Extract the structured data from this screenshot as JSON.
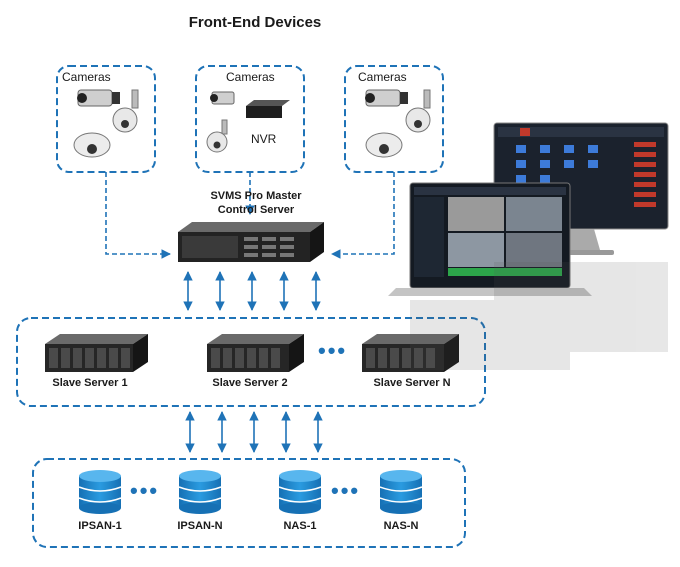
{
  "title": "Front-End Devices",
  "groups": [
    {
      "label": "Cameras"
    },
    {
      "label": "Cameras",
      "nvr": "NVR"
    },
    {
      "label": "Cameras"
    }
  ],
  "master": {
    "line1": "SVMS Pro Master",
    "line2": "Control Server"
  },
  "slaves": [
    "Slave Server 1",
    "Slave Server 2",
    "Slave Server N"
  ],
  "storage": [
    "IPSAN-1",
    "IPSAN-N",
    "NAS-1",
    "NAS-N"
  ],
  "ellipsis": "•••",
  "colors": {
    "accent": "#1f73b7",
    "storage": "#1e86c8",
    "server": "#2a2a2a",
    "screen": "#1c2430"
  }
}
